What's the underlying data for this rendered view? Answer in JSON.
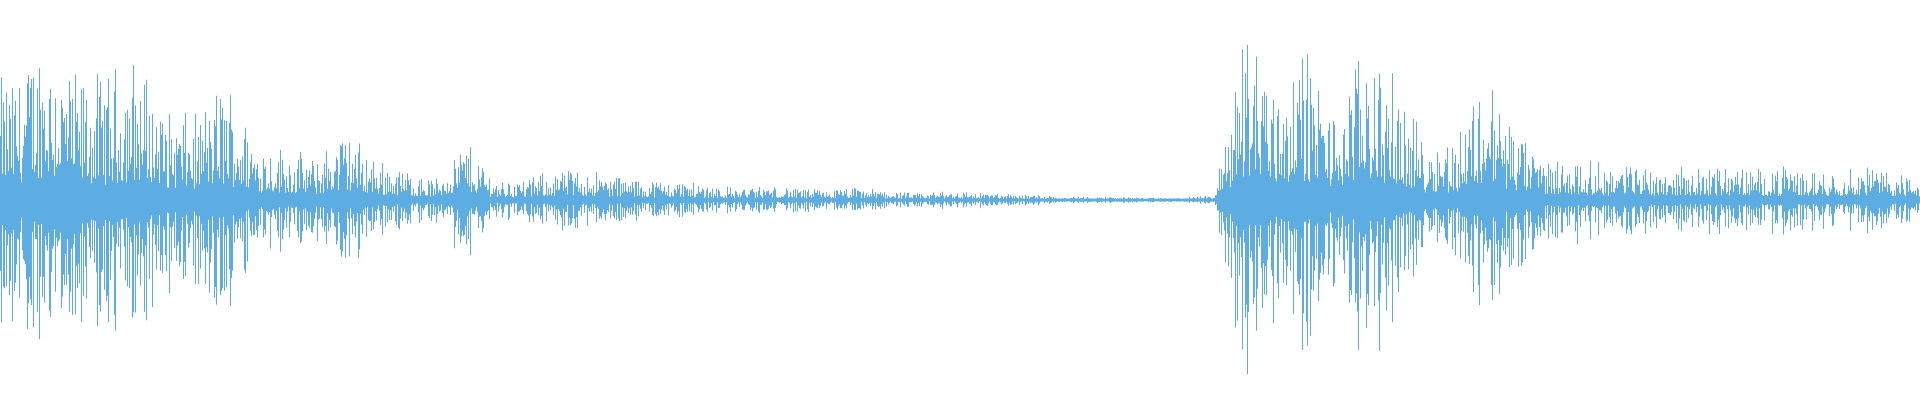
{
  "waveform": {
    "color": "#5dade2",
    "background": "#ffffff",
    "envelope": [
      0.6,
      0.85,
      0.6,
      0.6,
      0.7,
      0.45,
      0.4,
      0.6,
      0.3,
      0.25,
      0.2,
      0.35,
      0.2,
      0.15,
      0.1,
      0.3,
      0.1,
      0.1,
      0.15,
      0.15,
      0.12,
      0.1,
      0.1,
      0.08,
      0.06,
      0.07,
      0.06,
      0.05,
      0.06,
      0.05,
      0.03,
      0.05,
      0.04,
      0.03,
      0.03,
      0.02,
      0.015,
      0.015,
      0.01,
      0.01,
      0.03,
      0.95,
      0.6,
      0.75,
      0.4,
      0.8,
      0.55,
      0.3,
      0.3,
      0.65,
      0.35,
      0.2,
      0.2,
      0.17,
      0.18,
      0.16,
      0.15,
      0.17,
      0.15,
      0.16,
      0.14,
      0.15,
      0.17,
      0.12
    ]
  }
}
